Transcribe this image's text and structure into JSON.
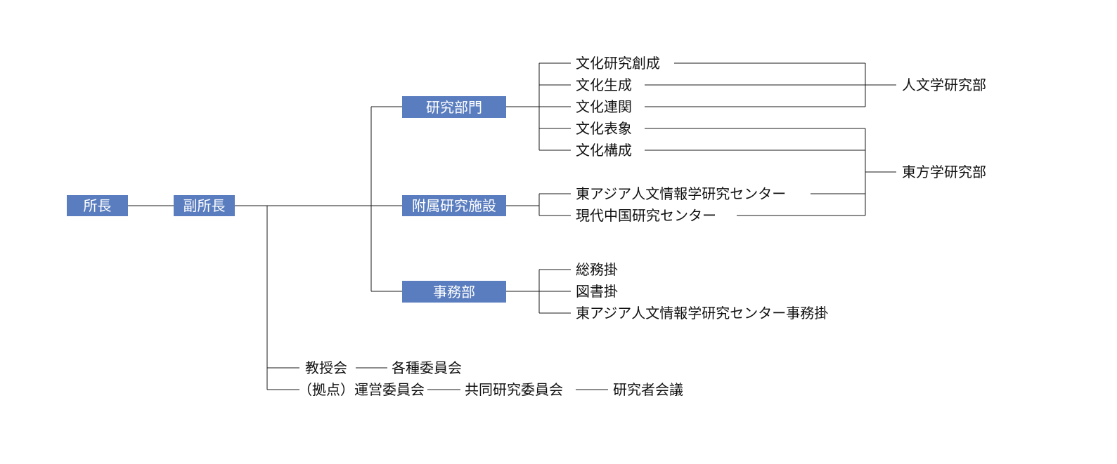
{
  "colors": {
    "box_fill": "#5a7dbf",
    "box_text": "#ffffff",
    "line": "#1a1a1a",
    "text": "#111111"
  },
  "leadership": {
    "director": "所長",
    "vice_director": "副所長"
  },
  "branches": {
    "research_divisions": {
      "label": "研究部門",
      "items": [
        "文化研究創成",
        "文化生成",
        "文化連関",
        "文化表象",
        "文化構成"
      ]
    },
    "research_facilities": {
      "label": "附属研究施設",
      "items": [
        "東アジア人文情報学研究センター",
        "現代中国研究センター"
      ]
    },
    "administration": {
      "label": "事務部",
      "items": [
        "総務掛",
        "図書掛",
        "東アジア人文情報学研究センター事務掛"
      ]
    }
  },
  "departments": {
    "humanities": "人文学研究部",
    "oriental": "東方学研究部"
  },
  "committees": {
    "faculty_meeting": "教授会",
    "various_committees": "各種委員会",
    "steering_committee": "（拠点）運営委員会",
    "joint_research_committee": "共同研究委員会",
    "researchers_council": "研究者会議"
  }
}
